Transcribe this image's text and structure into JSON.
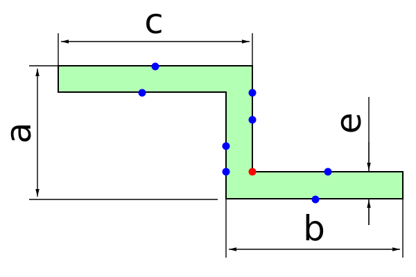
{
  "diagram": {
    "labels": {
      "width_top": "c",
      "height_total": "a",
      "width_bottom": "b",
      "thickness": "e"
    },
    "colors": {
      "profile_fill": "#b3ffb3",
      "outline": "#000000",
      "point": "#0000ff",
      "origin_point": "#ff0000",
      "background": "#ffffff"
    }
  }
}
